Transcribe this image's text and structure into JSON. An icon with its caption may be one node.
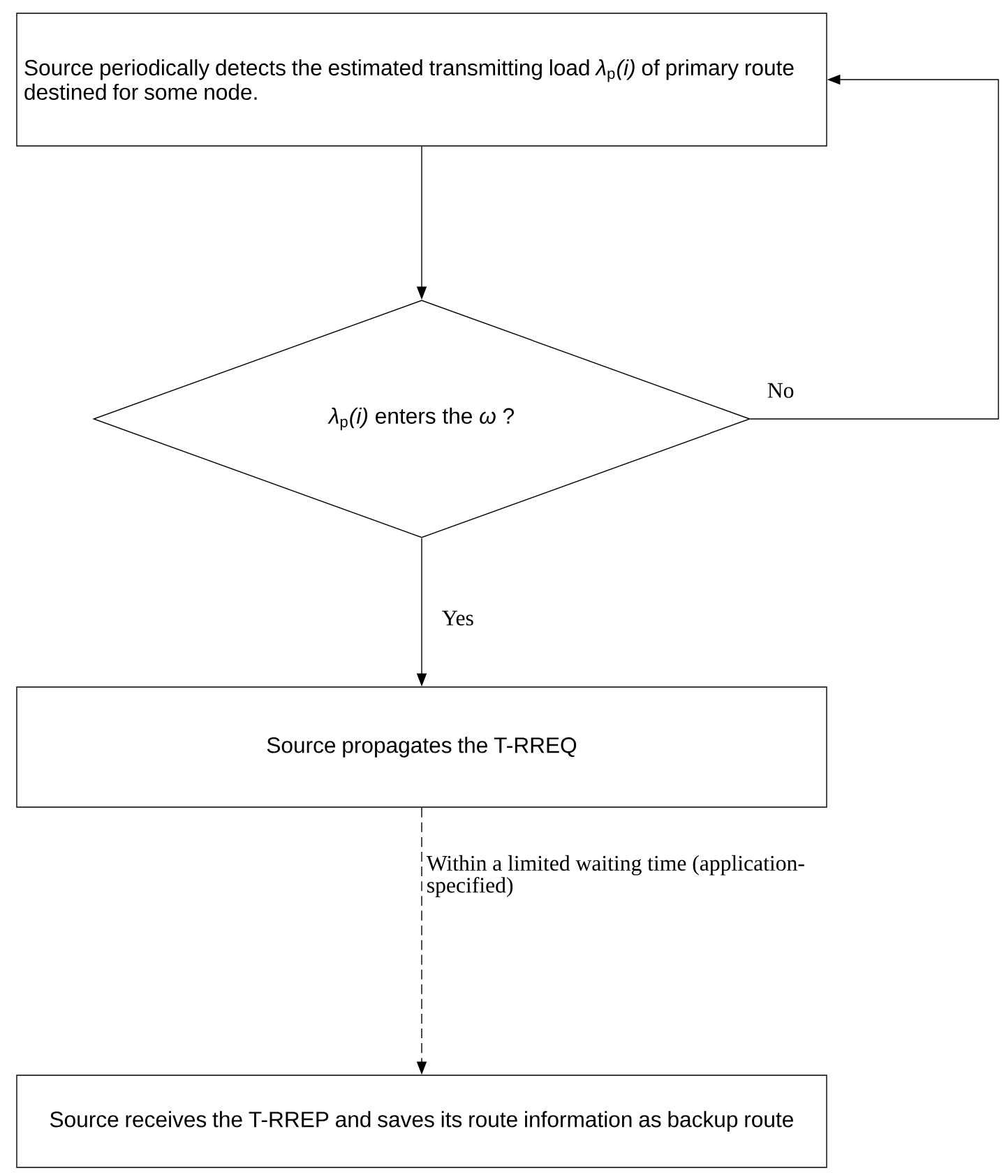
{
  "diagram": {
    "nodes": [
      {
        "text": [
          "Source periodically detects the estimated transmitting load *λ*$_{p}$*(i)* of primary route destined for some node."
        ]
      },
      {
        "text": [
          "*λ*$_{p}$*(i)* enters the *ω* ?"
        ]
      },
      {
        "text": [
          "Source propagates the T-RREQ"
        ]
      },
      {
        "text": [
          "Source receives the T-RREP and saves its route information as backup route"
        ]
      }
    ],
    "edges": [
      {
        "from": 0,
        "to": 1,
        "arrow": "to"
      },
      {
        "from": 1,
        "to": 0,
        "arrow": "to",
        "label": "No"
      },
      {
        "from": 1,
        "to": 2,
        "arrow": "to",
        "label": "Yes"
      },
      {
        "from": 2,
        "to": 3,
        "arrow": "to",
        "style": "dashed",
        "label": "Within a limited waiting time (application-specified)"
      }
    ]
  }
}
